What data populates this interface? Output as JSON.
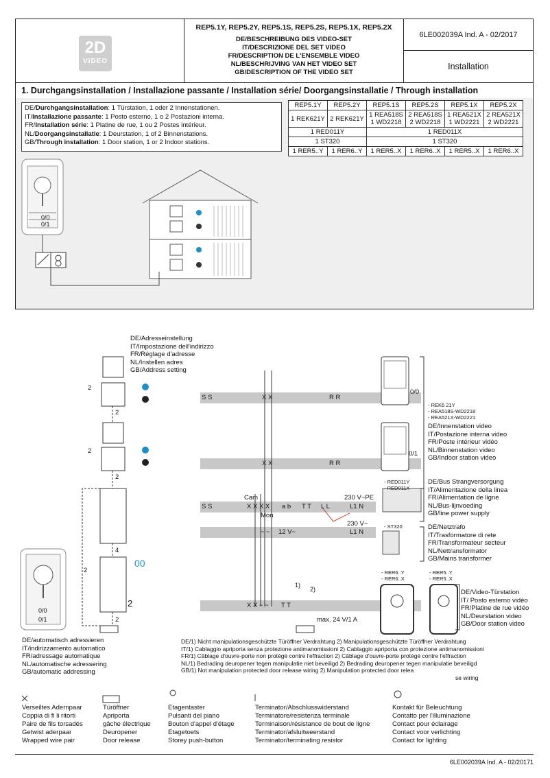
{
  "header": {
    "logo_big": "2D",
    "logo_small": "VIDEO",
    "models": "REP5.1Y, REP5.2Y, REP5.1S, REP5.2S, REP5.1X, REP5.2X",
    "desc_lines": [
      "DE/BESCHREIBUNG DES VIDEO-SET",
      "IT/DESCRIZIONE DEL SET VIDEO",
      "FR/DESCRIPTION DE L'ENSEMBLE VIDEO",
      "NL/BESCHRIJVING VAN HET VIDEO SET",
      "GB/DESCRIPTION OF THE VIDEO SET"
    ],
    "doc_ref": "6LE002039A Ind. A - 02/2017",
    "category": "Installation"
  },
  "section": {
    "title": "1. Durchgangsinstallation / Installazione passante / Installation série/ Doorgangsinstallatie / Through installation",
    "descriptions": [
      {
        "prefix": "DE/",
        "bold": "Durchgangsinstallation",
        "rest": ": 1 Türstation, 1 oder 2 Innenstationen."
      },
      {
        "prefix": "IT/",
        "bold": "Installazione passante",
        "rest": ": 1 Posto esterno, 1 o 2 Postazioni interna."
      },
      {
        "prefix": "FR/",
        "bold": "Installation série",
        "rest": ": 1 Platine de rue, 1 ou 2 Postes intérieur."
      },
      {
        "prefix": "NL/",
        "bold": "Doorgangsinstallatie",
        "rest": ": 1 Deurstation, 1 of 2 Binnenstations."
      },
      {
        "prefix": "GB/",
        "bold": "Through installation",
        "rest": ": 1 Door station, 1 or 2 Indoor stations."
      }
    ],
    "table": {
      "headers": [
        "REP5.1Y",
        "REP5.2Y",
        "REP5.1S",
        "REP5.2S",
        "REP5.1X",
        "REP5.2X"
      ],
      "row1": [
        "1 REK621Y",
        "2 REK621Y",
        "1 REA518S\n1 WD2218",
        "2 REA518S\n2 WD2218",
        "1 REA521X\n1 WD2221",
        "2 REA521X\n2 WD2221"
      ],
      "row2": [
        "1 RED011Y",
        "1 RED011X"
      ],
      "row3": [
        "1 ST320",
        "1 ST320"
      ],
      "row4": [
        "1 RER5..Y",
        "1 RER6..Y",
        "1 RER5..X",
        "1 RER6..X",
        "1 RER5..X",
        "1 RER6..X"
      ]
    },
    "panel_addr": [
      "0/0",
      "0/1"
    ]
  },
  "diagram": {
    "address_setting": [
      "DE/Adresseinstellung",
      "IT/Impostazione dell'indirizzo",
      "FR/Réglage d'adresse",
      "NL/Instellen adres",
      "GB/Address setting"
    ],
    "kit_models": [
      "- REK6 21Y",
      "- REA518S-WD2218",
      "- REA521X-WD2221"
    ],
    "indoor_station": [
      "DE/Innenstation video",
      "IT/Postazione interna video",
      "FR/Poste intérieur vidéo",
      "NL/Binnenstation video",
      "GB/Indoor station video"
    ],
    "bus_supply_models": [
      "- RED011Y",
      "- RED011X"
    ],
    "bus_supply": [
      "DE/Bus Strangversorgung",
      "IT/Alimentazione della linea",
      "FR/Alimentation de ligne",
      "NL/Bus-lijnvoeding",
      "GB/line power supply"
    ],
    "transformer_model": "- ST320",
    "transformer": [
      "DE/Netztrafo",
      "IT/Trasformatore di rete",
      "FR/Transformateur secteur",
      "NL/Nettransformator",
      "GB/Mains transformer"
    ],
    "door_models_left": [
      "- RER6..Y",
      "- RER6..X"
    ],
    "door_models_right": [
      "- RER5..Y",
      "- RER5..X"
    ],
    "door_station": [
      "DE/Video-Türstation",
      "IT/ Posto esterno vidéo",
      "FR/Platine de rue vidéo",
      "NL/Deurstation video",
      "GB/Door station video"
    ],
    "auto_addressing": [
      "DE/automatisch adressieren",
      "IT/indirizzamento automatico",
      "FR/adressage automatique",
      "NL/automatische adressering",
      "GB/automatic addressing"
    ],
    "wiring_notes": [
      "DE/1) Nicht manipulationsgeschützte Türöffner Verdrahtung  2) Manipulationsgeschützte Türöffner Verdrahtung",
      "IT/1) Cablaggio apriporta senza protezione antimanomissioni  2) Cablaggio apriporta con protezione antimanomissioni",
      "FR/1) Câblage d'ouvre-porte non protégé contre l'effraction        2) Câblage d'ouvre-porte protégé contre l'effraction",
      "NL/1) Bedrading deuropener tegen manipulatie niet beveiligd  2) Bedrading deuropener tegen manipulatie beveiligd",
      "GB/1) Not manipulation protected door release wiring  2) Manipulation protected door relea",
      "se wiring"
    ],
    "labels": {
      "ss": "S S",
      "xx": "X X",
      "rr": "R R",
      "cam": "Cam",
      "mon": "Mon",
      "xxxx": "X X X X",
      "ab": "a b",
      "tt": "T T",
      "ll": "L L",
      "l1n": "L1 N",
      "v230pe": "230 V~PE",
      "v230": "230 V~",
      "v12": "12 V~",
      "tilde": "~ ~",
      "xx_tilde": "X X ~ ~",
      "max": "max. 24 V/1 A",
      "addr00": "0/0",
      "addr01": "0/1",
      "n2": "2",
      "n4": "4",
      "n00": "00",
      "fn1": "1)",
      "fn2": "2)"
    }
  },
  "legend": [
    [
      "Verseiltes Adernpaar",
      "Coppia di fi li ritorti",
      "Paire de fils torsadés",
      "Getwist aderpaar",
      "Wrapped wire pair"
    ],
    [
      "Türöffner",
      "Apriporta",
      "gâche électrique",
      "Deuropener",
      "Door release"
    ],
    [
      "Etagentaster",
      "Pulsanti del piano",
      "Bouton d'appel d'étage",
      "Etagetoets",
      "Storey push-button"
    ],
    [
      "Terminator/Abschlusswiderstand",
      "Terminatore/resistenza terminale",
      "Terminaison/résistance de bout de ligne",
      "Terminator/afsluitweerstand",
      "Terminator/terminating resistor"
    ],
    [
      "Kontakt für Beleuchtung",
      "Contatto per l'illuminazione",
      "Contact pour éclairage",
      "Contact voor verlichting",
      "Contact for lighting"
    ]
  ],
  "footer": "6LE002039A Ind. A - 02/20171",
  "colors": {
    "accent": "#1e90c8",
    "bus": "#c8c8c8",
    "panel": "#efefef",
    "wire_red": "#c83c28"
  }
}
